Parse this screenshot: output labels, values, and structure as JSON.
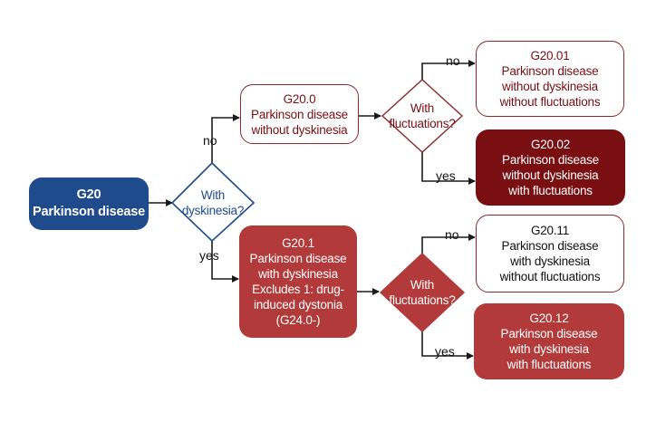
{
  "colors": {
    "navy": "#1f4a8c",
    "darkred": "#7a0f12",
    "red": "#b23a3a",
    "outline": "#8b2a2a",
    "arrow": "#1a1a1a"
  },
  "nodes": {
    "g20": {
      "code": "G20",
      "name": "Parkinson disease"
    },
    "dys_q": {
      "line1": "With",
      "line2": "dyskinesia?"
    },
    "g200": {
      "code": "G20.0",
      "line1": "Parkinson disease",
      "line2": "without dyskinesia"
    },
    "g201": {
      "code": "G20.1",
      "line1": "Parkinson disease",
      "line2": "with dyskinesia",
      "line3": "Excludes 1: drug-",
      "line4": "induced dystonia",
      "line5": "(G24.0-)"
    },
    "fluct_q1": {
      "line1": "With",
      "line2": "fluctuations?"
    },
    "fluct_q2": {
      "line1": "With",
      "line2": "fluctuations?"
    },
    "g2001": {
      "code": "G20.01",
      "line1": "Parkinson disease",
      "line2": "without dyskinesia",
      "line3": "without fluctuations"
    },
    "g2002": {
      "code": "G20.02",
      "line1": "Parkinson disease",
      "line2": "without dyskinesia",
      "line3": "with fluctuations"
    },
    "g2011": {
      "code": "G20.11",
      "line1": "Parkinson disease",
      "line2": "with dyskinesia",
      "line3": "without fluctuations"
    },
    "g2012": {
      "code": "G20.12",
      "line1": "Parkinson disease",
      "line2": "with dyskinesia",
      "line3": "with fluctuations"
    }
  },
  "edge_labels": {
    "no_top": "no",
    "yes_bottom": "yes",
    "no_q1": "no",
    "yes_q1": "yes",
    "no_q2": "no",
    "yes_q2": "yes"
  }
}
